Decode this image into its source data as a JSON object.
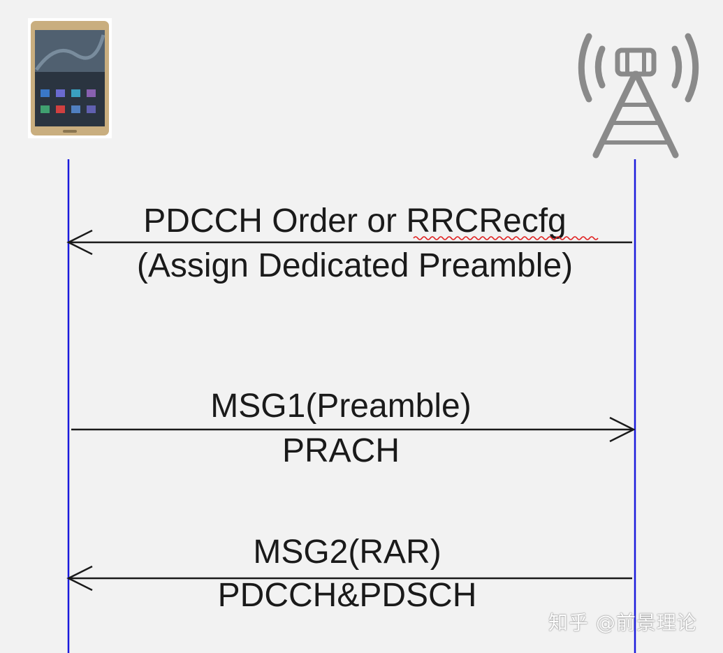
{
  "diagram": {
    "messages": [
      {
        "line1": "PDCCH Order or RRCRecfg",
        "line2": "(Assign Dedicated Preamble)"
      },
      {
        "line1": "MSG1(Preamble)",
        "line2": "PRACH"
      },
      {
        "line1": "MSG2(RAR)",
        "line2": "PDCCH&PDSCH"
      }
    ]
  },
  "icons": {
    "ue": "smartphone-icon",
    "gnb": "cell-tower-icon"
  },
  "colors": {
    "background": "#f2f2f2",
    "lifeline": "#1a1adc",
    "arrow": "#1a1a1a",
    "tower": "#8a8a8a",
    "spellcheck": "#e02020"
  },
  "watermark": "知乎 @前景理论"
}
